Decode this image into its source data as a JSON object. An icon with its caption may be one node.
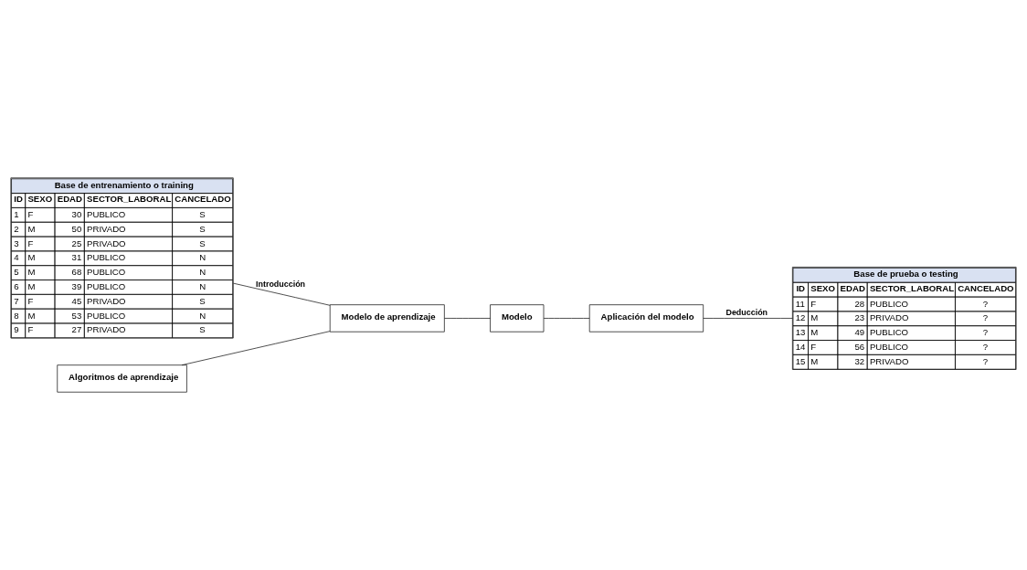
{
  "diagram": {
    "nodes": [
      {
        "text": [
          "Base de entrenamiento o training",
          "ID",
          "SEXO",
          "EDAD",
          "SECTOR_LABORAL",
          "CANCELADO",
          "1",
          "F",
          "30",
          "PUBLICO",
          "S",
          "2",
          "M",
          "50",
          "PRIVADO",
          "S",
          "3",
          "F",
          "25",
          "PRIVADO",
          "S",
          "4",
          "M",
          "31",
          "PUBLICO",
          "N",
          "5",
          "M",
          "68",
          "PUBLICO",
          "N",
          "6",
          "M",
          "39",
          "PUBLICO",
          "N",
          "7",
          "F",
          "45",
          "PRIVADO",
          "S",
          "8",
          "M",
          "53",
          "PUBLICO",
          "N",
          "9",
          "F",
          "27",
          "PRIVADO",
          "S"
        ]
      },
      {
        "text": [
          "Algoritmos de aprendizaje"
        ]
      },
      {
        "text": [
          "Modelo de aprendizaje"
        ]
      },
      {
        "text": [
          "Modelo"
        ]
      },
      {
        "text": [
          "Base de prueba o testing",
          "ID",
          "SEXO",
          "EDAD",
          "SECTOR_LABORAL",
          "CANCELADO",
          "11",
          "F",
          "28",
          "PUBLICO",
          "?",
          "12",
          "M",
          "23",
          "PRIVADO",
          "?",
          "13",
          "M",
          "49",
          "PUBLICO",
          "?",
          "14",
          "F",
          "56",
          "PUBLICO",
          "?",
          "15",
          "M",
          "32",
          "PRIVADO",
          "?"
        ]
      },
      {
        "text": [
          "Aplicación del modelo"
        ]
      }
    ],
    "edges": [
      {
        "from": 0,
        "to": 2,
        "arrow": "none",
        "label": "Introducción"
      },
      {
        "from": 1,
        "to": 2,
        "arrow": "none"
      },
      {
        "from": 2,
        "to": 3,
        "arrow": "none"
      },
      {
        "from": 3,
        "to": 5,
        "arrow": "none"
      },
      {
        "from": 5,
        "to": 4,
        "arrow": "none",
        "label": "Deducción"
      }
    ]
  }
}
